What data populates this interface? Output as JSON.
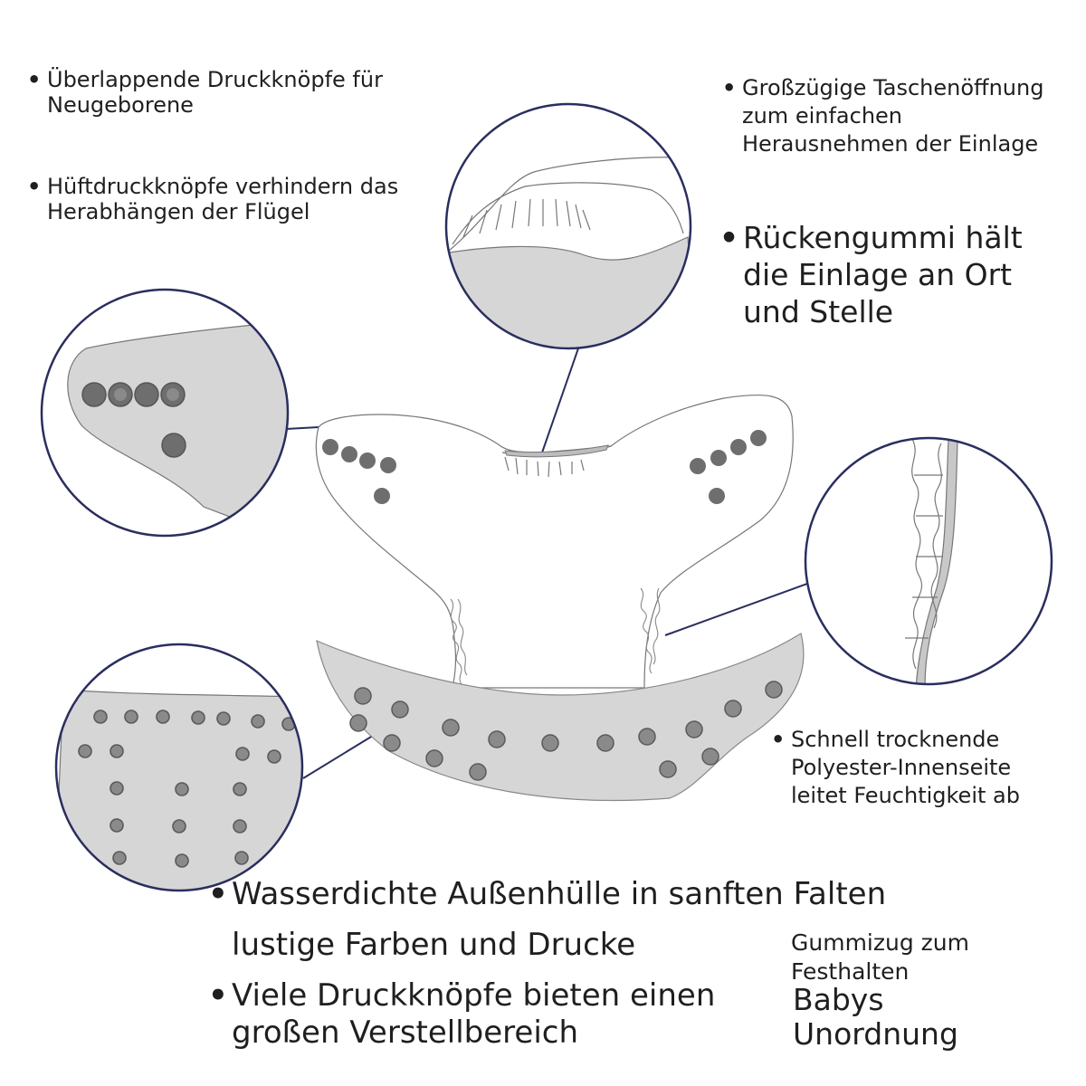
{
  "labels": {
    "overlap_snaps": "Überlappende Druckknöpfe für Neugeborene",
    "hip_snaps": "Hüftdruckknöpfe verhindern das Herabhängen der Flügel",
    "pocket_opening": "Großzügige Taschenöffnung zum einfachen Herausnehmen der Einlage",
    "back_elastic": "Rückengummi hält die Einlage an Ort und Stelle",
    "quick_dry": "Schnell trocknende Polyester-Innenseite leitet Feuchtigkeit ab",
    "waterproof_line1": "Wasserdichte Außenhülle in sanften Falten",
    "waterproof_line2": "lustige Farben und Drucke",
    "many_snaps": "Viele Druckknöpfe bieten einen großen Verstellbereich",
    "elastic_hold_small": "Gummizug zum Festhalten",
    "elastic_hold_large": "Babys Unordnung"
  },
  "bullet_glyph": "•",
  "colors": {
    "outline": "#2a2e5e",
    "fabric_gray": "#d6d6d6",
    "snap_dark": "#6e6e6e",
    "stroke_light": "#777777"
  }
}
